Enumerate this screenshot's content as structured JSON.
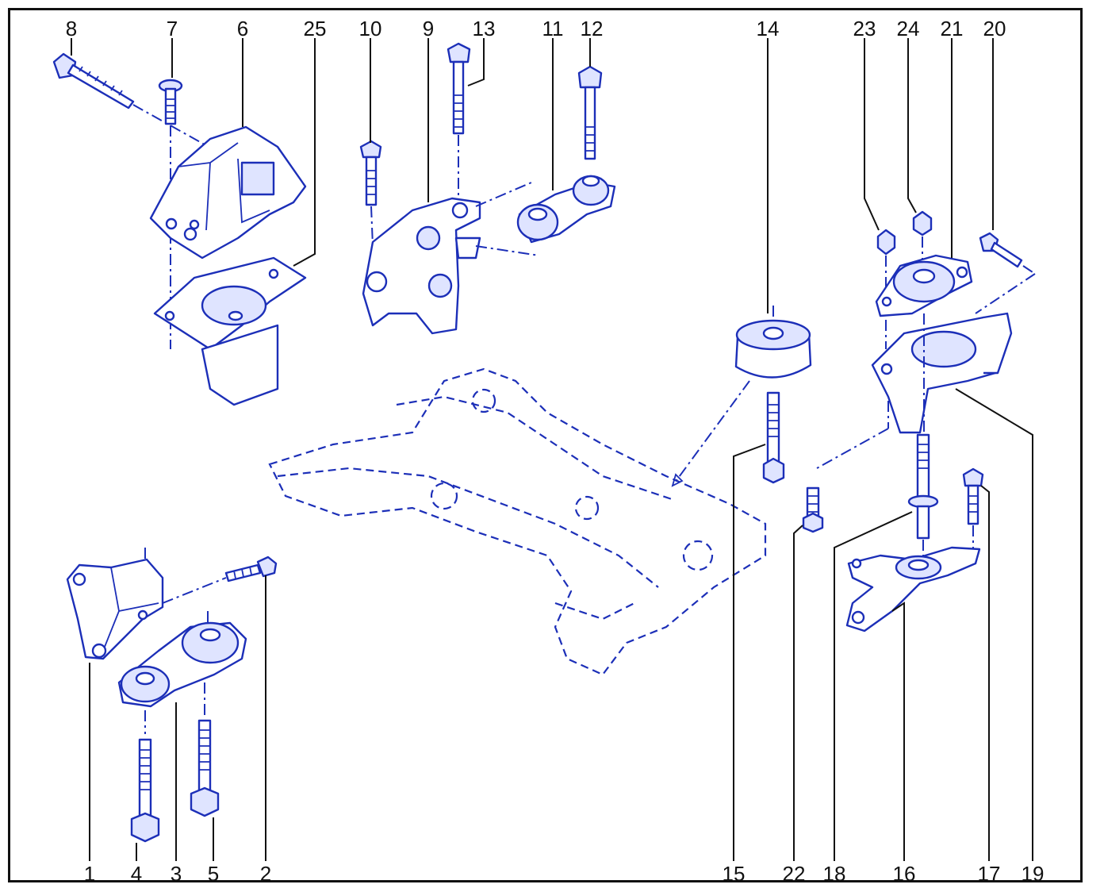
{
  "diagram": {
    "accent_color": "#1c2fb8",
    "callouts": [
      "1",
      "2",
      "3",
      "4",
      "5",
      "6",
      "7",
      "8",
      "9",
      "10",
      "11",
      "12",
      "13",
      "14",
      "15",
      "16",
      "17",
      "18",
      "19",
      "20",
      "21",
      "22",
      "23",
      "24",
      "25"
    ]
  }
}
